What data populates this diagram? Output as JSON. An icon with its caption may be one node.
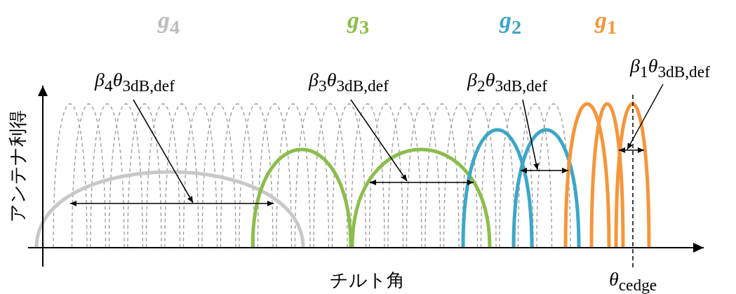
{
  "diagram": {
    "nodes": [
      {
        "text": [
          "*β*$_{4}$*θ*$_{3dB,def}$"
        ]
      },
      {
        "text": [
          "*β*$_{3}$*θ*$_{3dB,def}$"
        ]
      },
      {
        "text": [
          "*β*$_{2}$*θ*$_{3dB,def}$"
        ]
      },
      {
        "text": [
          "*β*$_{1}$*θ*$_{3dB,def}$"
        ]
      }
    ],
    "edges": [
      {
        "from": 0,
        "to": null,
        "arrow": "to"
      },
      {
        "from": 1,
        "to": null,
        "arrow": "to"
      },
      {
        "from": 2,
        "to": null,
        "arrow": "to"
      },
      {
        "from": 3,
        "to": null,
        "arrow": "to"
      }
    ],
    "labels": [
      "*g*$_{4}$",
      "*g*$_{3}$",
      "*g*$_{2}$",
      "*g*$_{1}$",
      "アンテナ利得",
      "チルト角",
      "*θ*$_{cedge}$"
    ]
  }
}
